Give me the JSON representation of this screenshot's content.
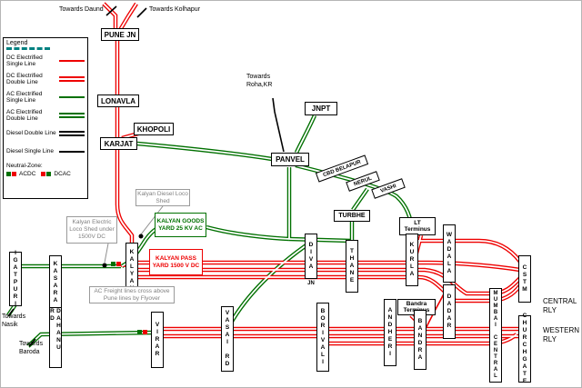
{
  "colors": {
    "dc_red": "#ee0000",
    "ac_green": "#007000",
    "diesel_black": "#000000",
    "note_gray": "#808080",
    "legend_teal": "#008080"
  },
  "legend": {
    "title": "Legend",
    "items": [
      "DC Electrified Single Line",
      "DC Electrified Double Line",
      "AC Electrified Single Line",
      "AC Electrified Double Line",
      "Diesel Double Line",
      "Diesel Single Line"
    ],
    "neutral_zone": "Neutral-Zone:",
    "acdc": "ACDC",
    "dcac": "DCAC"
  },
  "stations": {
    "pune": "PUNE JN",
    "lonavla": "LONAVLA",
    "khopoli": "KHOPOLI",
    "karjat": "KARJAT",
    "panvel": "PANVEL",
    "jnpt": "JNPT",
    "turbhe": "TURBHE",
    "cbd_belapur": "CBD BELAPUR",
    "nerul": "NERUL",
    "vashi": "VASHI",
    "lt_terminus": "LT Terminus",
    "bandra_terminus": "Bandra Terminus",
    "igatpuri": "IGATPURI",
    "kasara": "KASARA",
    "kalyan": "KALYAN",
    "dahanu_rd": "DAHANU RD",
    "diva": "DIVA",
    "diva_jn": "JN",
    "thane": "THANE",
    "kurla": "KURLA",
    "wadala": "WADALA",
    "dadar": "DADAR",
    "cstm": "CSTM",
    "virar": "VIRAR",
    "vasai_rd": "VASAI RD",
    "borivali": "BORIVALI",
    "andheri": "ANDHERI",
    "bandra": "BANDRA",
    "mumbai_central": "MUMBAI CENTRAL",
    "churchgate": "CHURCHGATE"
  },
  "notes": {
    "kalyan_diesel_shed": "Kalyan Diesel Loco Shed",
    "kalyan_electric_shed": "Kalyan Electric Loco Shed under 1500V DC",
    "kalyan_goods_yard": "KALYAN GOODS YARD 25 KV AC",
    "kalyan_pass_yard": "KALYAN PASS YARD 1500 V DC",
    "ac_freight_flyover": "AC Freight lines cross above Pune lines by Flyover"
  },
  "directions": {
    "daund": "Towards Daund",
    "kolhapur": "Towards Kolhapur",
    "roha": "Towards Roha,KR",
    "nasik": "Towards Nasik",
    "baroda": "Towards Baroda"
  },
  "regions": {
    "central": "CENTRAL RLY",
    "western": "WESTERN RLY"
  }
}
